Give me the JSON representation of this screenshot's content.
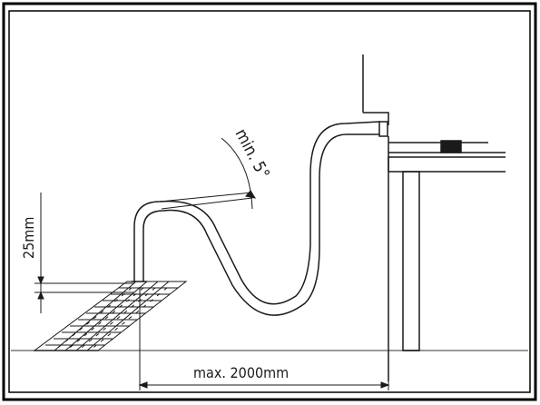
{
  "diagram": {
    "min_angle_label": "min. 5°",
    "height_label": "25mm",
    "length_label": "max. 2000mm"
  },
  "colors": {
    "ink": "#1a1a1a",
    "floor": "#9a9a9a",
    "frame": "#000000",
    "background": "#ffffff"
  }
}
